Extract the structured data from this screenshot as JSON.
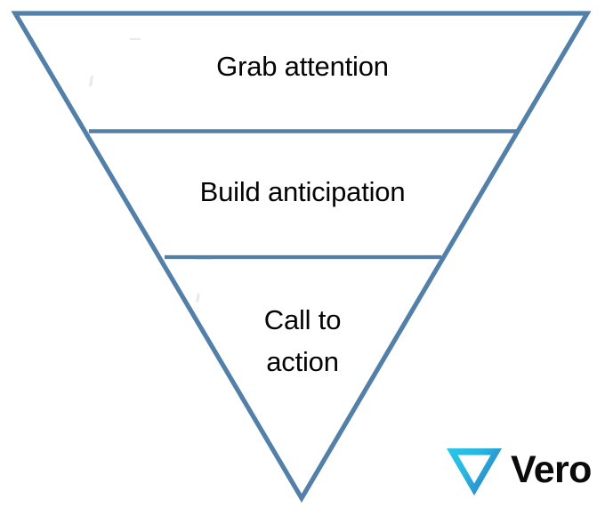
{
  "diagram": {
    "type": "inverted-funnel",
    "title": "",
    "shape_color": "#5280a8",
    "background_color": "#ffffff",
    "text_color": "#040404",
    "stages": [
      {
        "id": "grab-attention",
        "label": "Grab attention",
        "order": 1
      },
      {
        "id": "build-anticipation",
        "label": "Build anticipation",
        "order": 2
      },
      {
        "id": "call-to-action",
        "label": "Call to\naction",
        "order": 3
      }
    ]
  },
  "branding": {
    "name": "Vero",
    "logo_icon": "vero-triangle-icon",
    "logo_color_start": "#2ac6ea",
    "logo_color_end": "#2b7fc4"
  }
}
